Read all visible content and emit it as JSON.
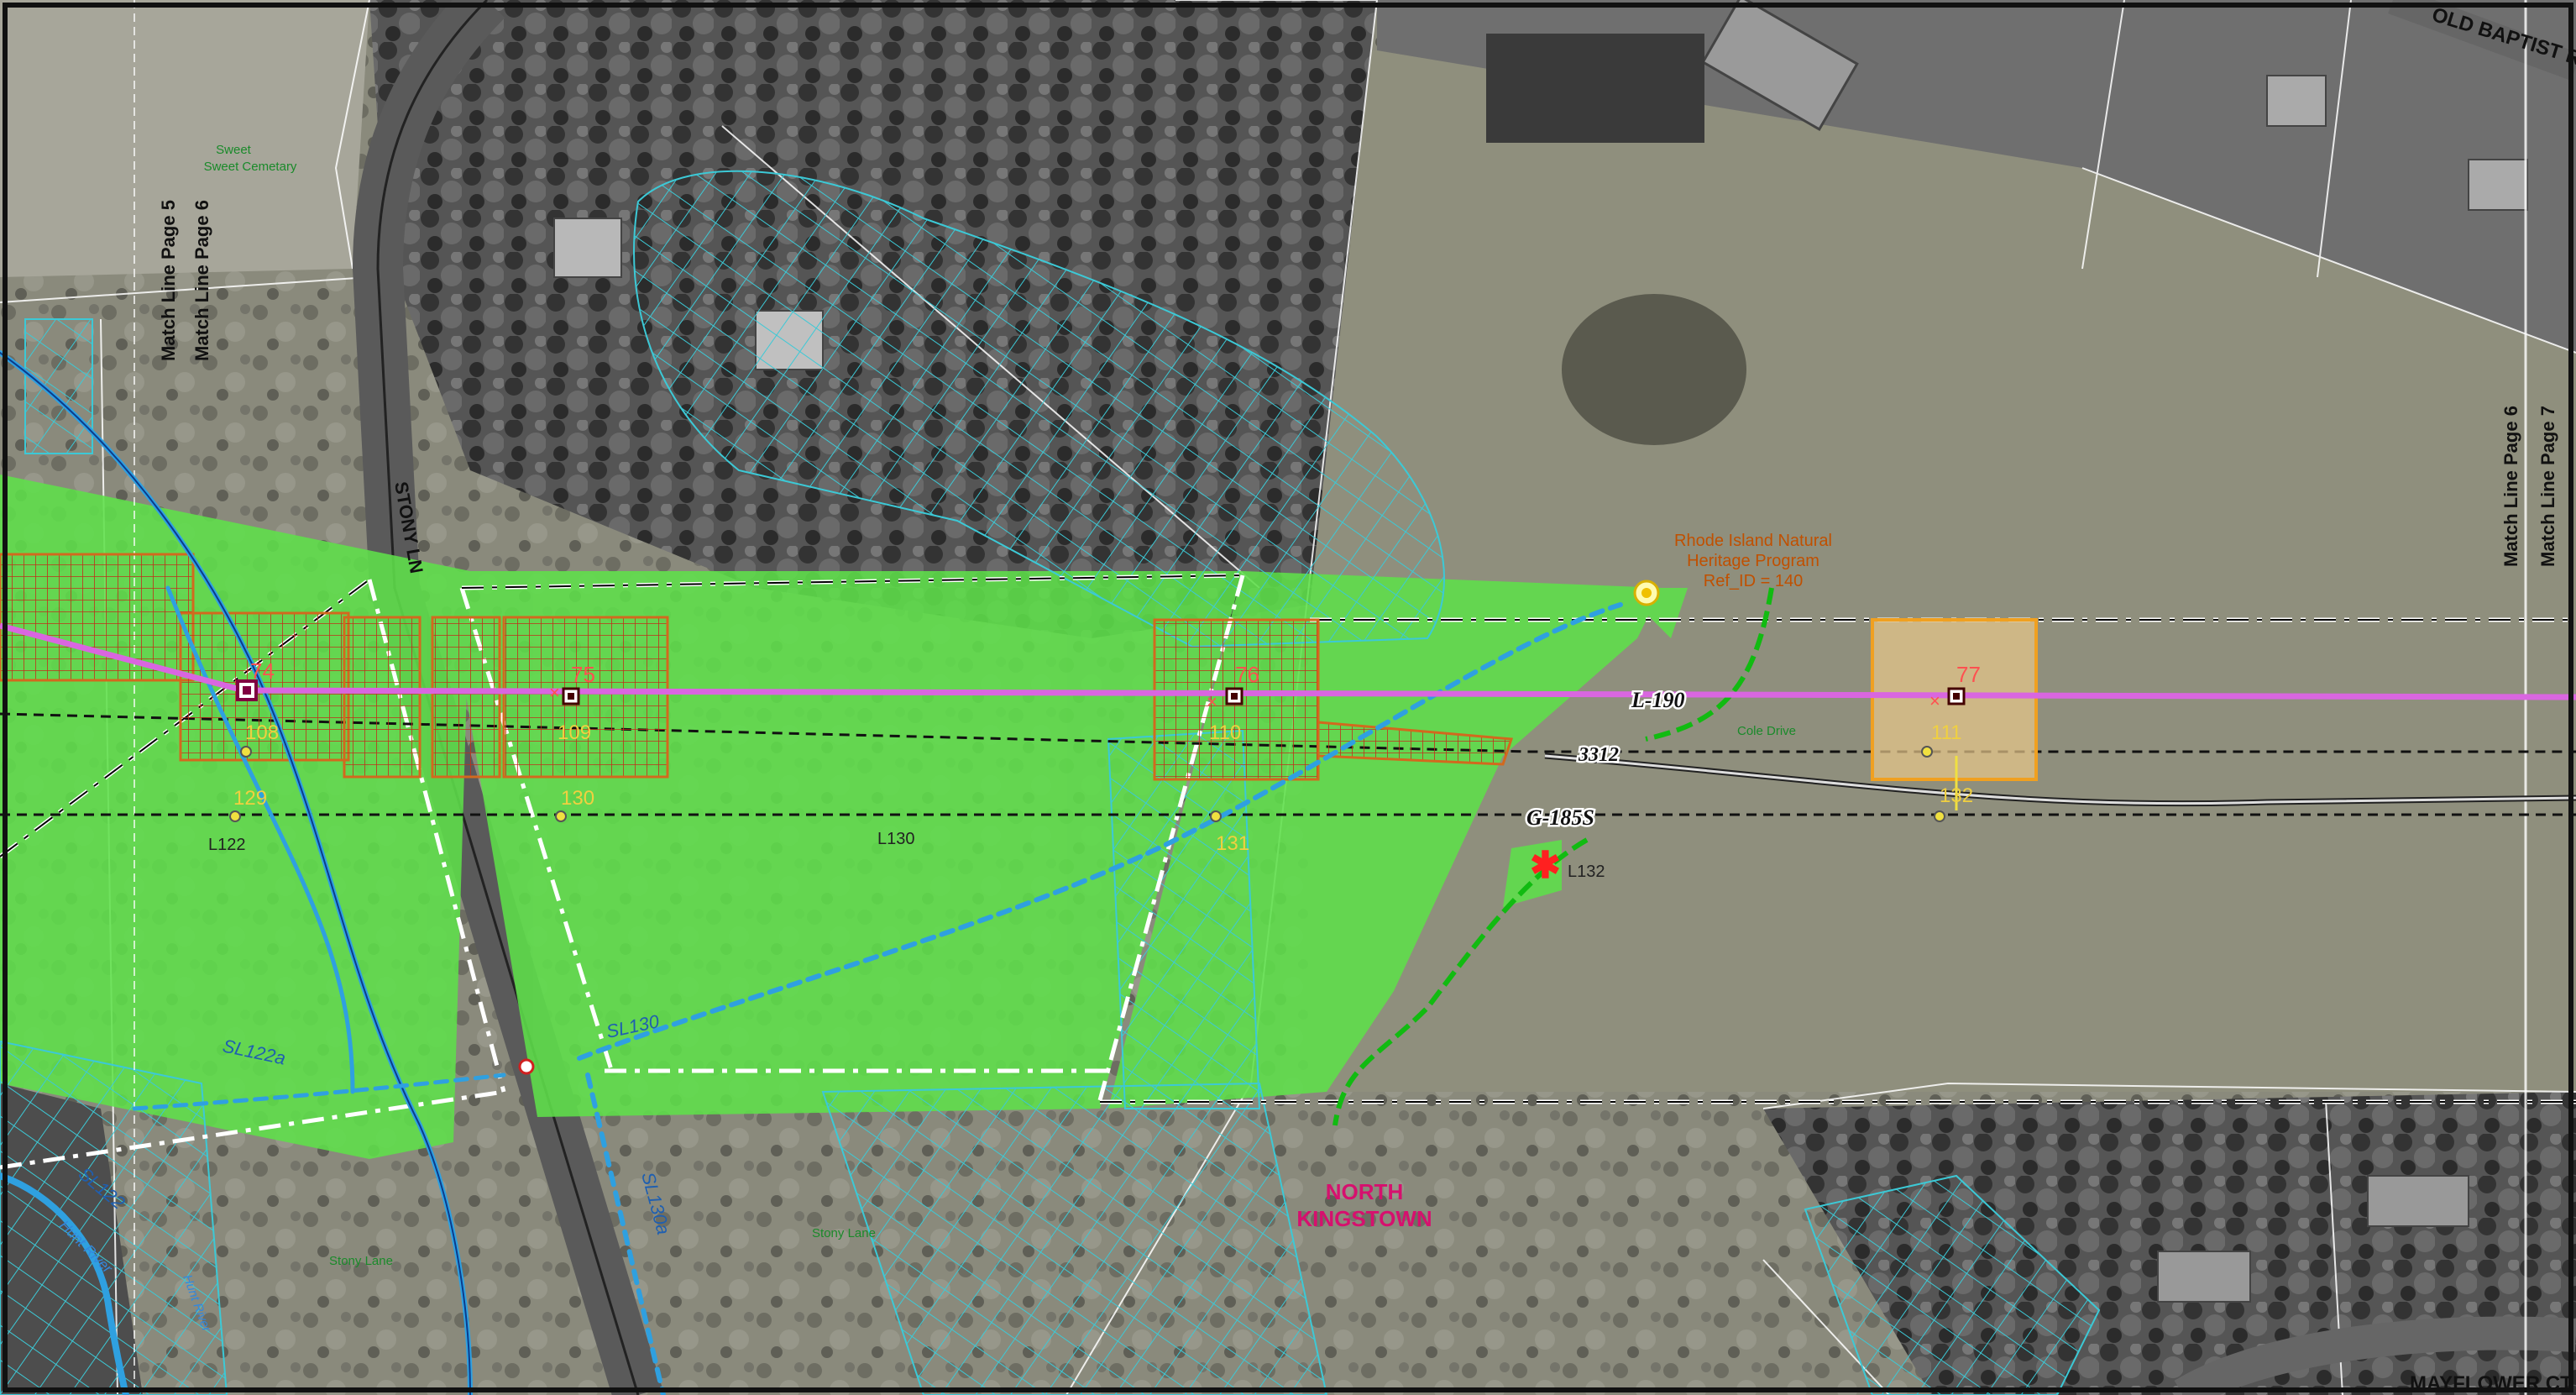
{
  "map": {
    "roads": {
      "stony_ln": "STONY LN",
      "old_baptist_rd": "OLD BAPTIST RD",
      "mayflower_ct": "MAYFLOWER CT"
    },
    "match_lines": {
      "page5": "Match Line Page 5",
      "page6_left": "Match Line Page 6",
      "page6_right": "Match Line Page 6",
      "page7": "Match Line Page 7"
    },
    "places": {
      "sweet_cemetary": "Sweet Cemetary",
      "stony_lane_1": "Stony Lane",
      "stony_lane_2": "Stony Lane",
      "cole_drive": "Cole Drive",
      "hunt_river": "Hunt River",
      "hunt_river_2": "Hunt River"
    },
    "town": {
      "line1": "NORTH",
      "line2": "KINGSTOWN"
    },
    "heritage": {
      "line1": "Rhode Island Natural",
      "line2": "Heritage Program",
      "line3": "Ref_ID = 140"
    },
    "lines": {
      "l190": "L-190",
      "l3312": "3312",
      "g185s": "G-185S"
    },
    "structures": [
      "74",
      "75",
      "76",
      "77"
    ],
    "poles": [
      "108",
      "109",
      "110",
      "111",
      "129",
      "130",
      "131",
      "132"
    ],
    "wetlands": {
      "l122": "L122",
      "l130": "L130",
      "l132": "L132"
    },
    "streams": {
      "sl130": "SL130",
      "sl122a": "SL122a",
      "sl122": "SL122",
      "sl130b": "SL130a"
    },
    "colors": {
      "wetland_fill": "#5ee04a",
      "transmission_line": "#d966e0",
      "stream_line": "#2fa0e0",
      "crosshatch": "#3cc9d6",
      "work_pad": "#d2691e",
      "pole_label": "#f0d040",
      "structure_label": "#ff5050",
      "town_label": "#d6106e",
      "heritage_label": "#c05000"
    }
  }
}
